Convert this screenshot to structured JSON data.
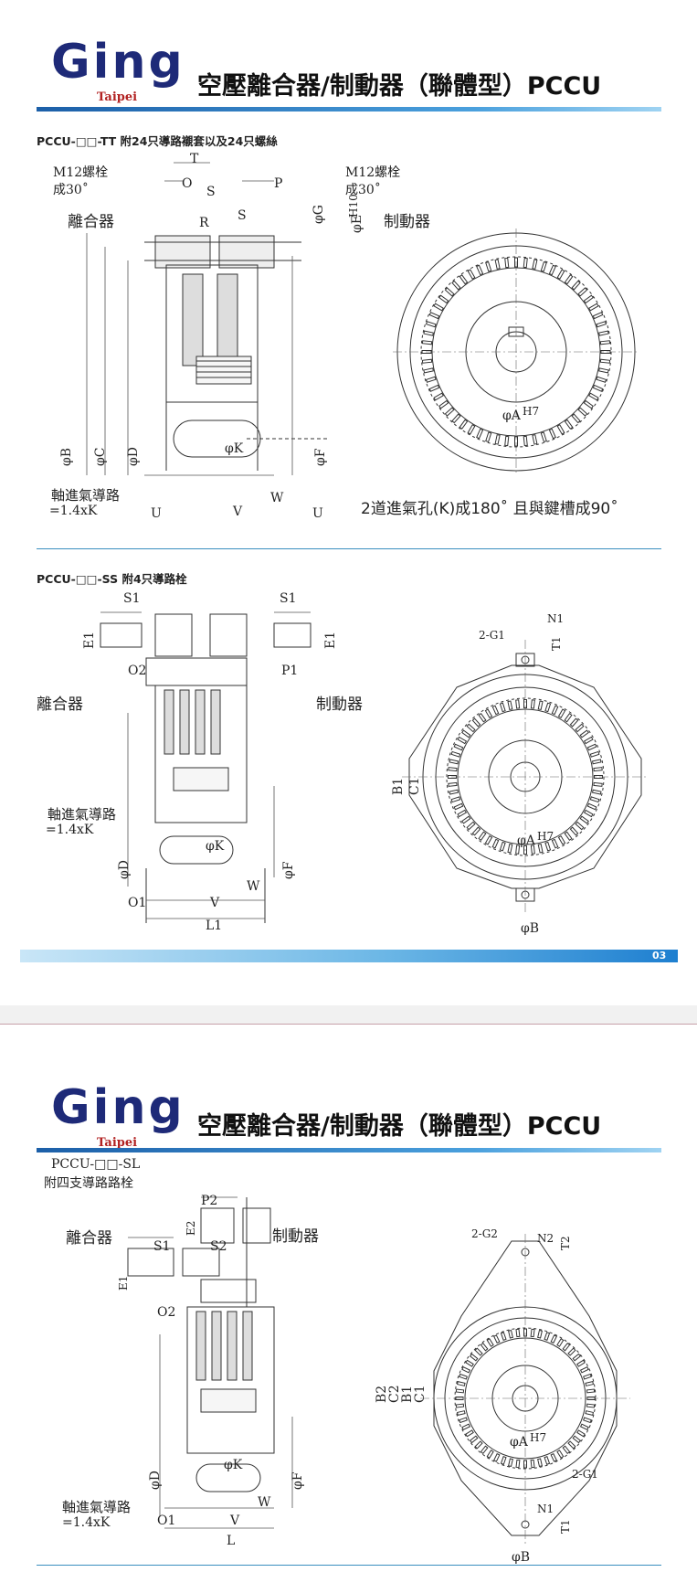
{
  "header": {
    "logo_text": "Ging",
    "logo_sub": "Taipei",
    "title": "空壓離合器/制動器（聯體型）PCCU",
    "colors": {
      "logo": "#1e2a78",
      "logo_sub": "#b22222",
      "bar": "#1c5fa8"
    }
  },
  "section_tt": {
    "heading": "PCCU-□□-TT 附24只導路襯套以及24只螺絲",
    "clutch_label": "離合器",
    "brake_label": "制動器",
    "bolt_left": "M12螺栓",
    "bolt_left_angle": "成30˚",
    "bolt_right": "M12螺栓",
    "bolt_right_angle": "成30˚",
    "dims": {
      "T": "T",
      "O": "O",
      "S": "S",
      "R": "R",
      "P": "P",
      "S2": "S",
      "G": "φG",
      "E": "φE",
      "E_tol": "H10",
      "B": "φB",
      "C": "φC",
      "D": "φD",
      "K": "φK",
      "F": "φF",
      "W": "W",
      "U": "U",
      "V": "V",
      "U2": "U",
      "A": "φA",
      "A_tol": "H7"
    },
    "air_path": "軸進氣導路",
    "air_path_value": "=1.4xK",
    "note": "2道進氣孔(K)成180˚ 且與鍵槽成90˚"
  },
  "section_ss": {
    "heading": "PCCU-□□-SS 附4只導路栓",
    "clutch_label": "離合器",
    "brake_label": "制動器",
    "dims": {
      "S1a": "S1",
      "S1b": "S1",
      "E1a": "E1",
      "E1b": "E1",
      "O2": "O2",
      "P1": "P1",
      "K": "φK",
      "D": "φD",
      "F": "φF",
      "W": "W",
      "O1": "O1",
      "V": "V",
      "L1": "L1",
      "N1": "N1",
      "G1": "2-G1",
      "T1": "T1",
      "B1": "B1",
      "C1": "C1",
      "A": "φA",
      "A_tol": "H7",
      "B": "φB"
    },
    "air_path": "軸進氣導路",
    "air_path_value": "=1.4xK"
  },
  "footer": {
    "page": "03"
  },
  "page2": {
    "header": {
      "logo_text": "Ging",
      "logo_sub": "Taipei",
      "title": "空壓離合器/制動器（聯體型）PCCU"
    },
    "section_sl": {
      "heading_line1": "PCCU-□□-SL",
      "heading_line2": "附四支導路路栓",
      "clutch_label": "離合器",
      "brake_label": "制動器",
      "dims": {
        "P2": "P2",
        "E2": "E2",
        "S1": "S1",
        "S2": "S2",
        "E1": "E1",
        "O2": "O2",
        "K": "φK",
        "D": "φD",
        "F": "φF",
        "W": "W",
        "O1": "O1",
        "V": "V",
        "L": "L",
        "G2": "2-G2",
        "N2": "N2",
        "T2": "T2",
        "B2": "B2",
        "C2": "C2",
        "B1": "B1",
        "C1": "C1",
        "A": "φA",
        "A_tol": "H7",
        "G1": "2-G1",
        "N1": "N1",
        "T1": "T1",
        "B": "φB"
      },
      "air_path": "軸進氣導路",
      "air_path_value": "=1.4xK"
    }
  }
}
